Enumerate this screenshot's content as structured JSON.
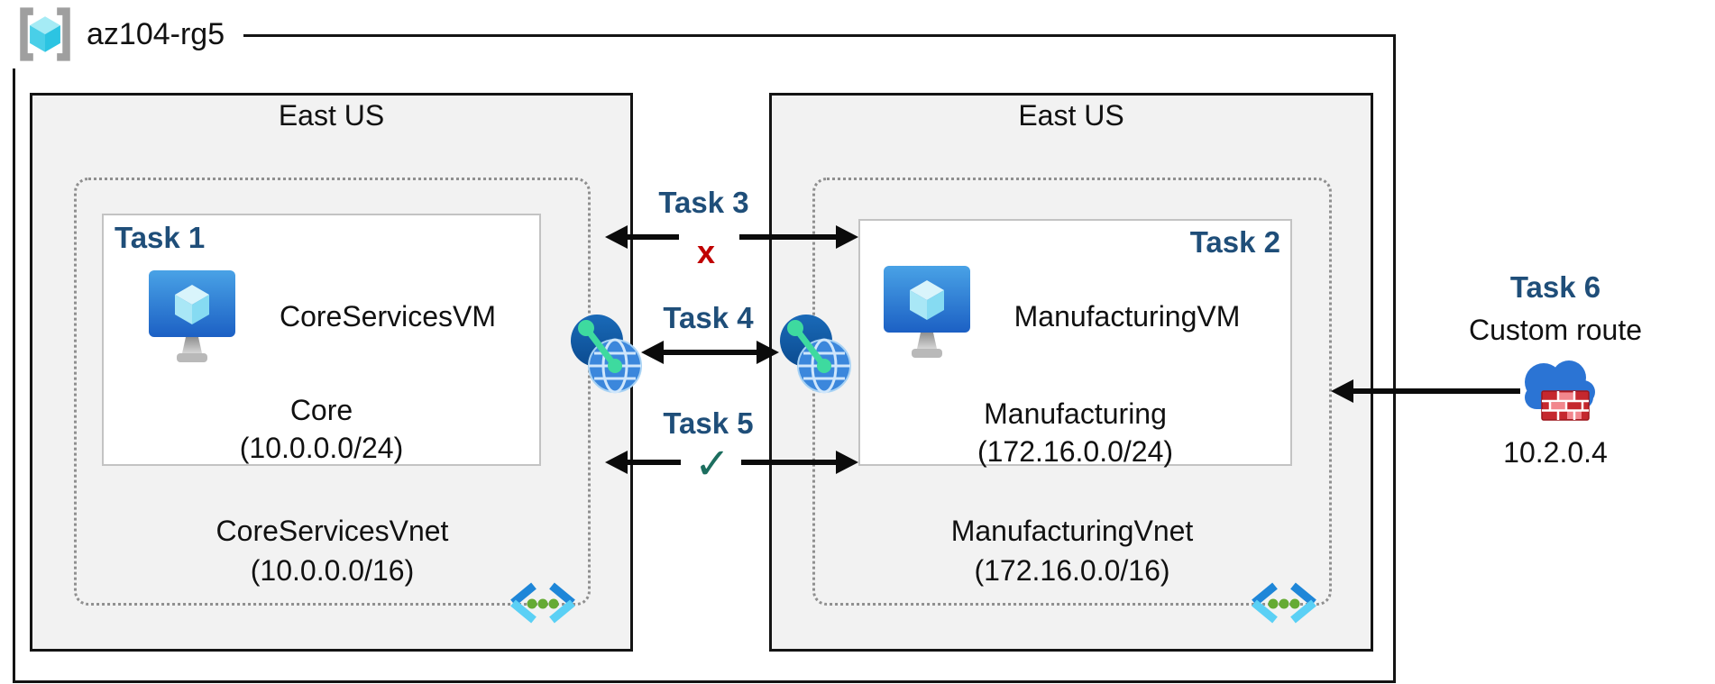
{
  "colors": {
    "task_label_navy": "#1F4E79",
    "deny_x_red": "#C00000",
    "allow_check_green": "#1C6E5F",
    "region_fill": "#f2f2f2",
    "arrow_black": "#0b0b0b"
  },
  "resource_group": {
    "label": "az104-rg5"
  },
  "left": {
    "region_label": "East US",
    "task_label": "Task 1",
    "vm_name": "CoreServicesVM",
    "subnet_name": "Core",
    "subnet_cidr": "(10.0.0.0/24)",
    "vnet_name": "CoreServicesVnet",
    "vnet_cidr": "(10.0.0.0/16)"
  },
  "right": {
    "region_label": "East US",
    "task_label": "Task 2",
    "vm_name": "ManufacturingVM",
    "subnet_name": "Manufacturing",
    "subnet_cidr": "(172.16.0.0/24)",
    "vnet_name": "ManufacturingVnet",
    "vnet_cidr": "(172.16.0.0/16)"
  },
  "middle": {
    "task3": {
      "label": "Task 3",
      "symbol": "x"
    },
    "task4": {
      "label": "Task 4"
    },
    "task5": {
      "label": "Task 5",
      "symbol": "✓"
    }
  },
  "task6": {
    "label": "Task 6",
    "subtitle": "Custom route",
    "ip": "10.2.0.4"
  },
  "icons": {
    "resource_group": "azure-resource-group (cube in brackets)",
    "virtual_machine": "azure-vm (blue monitor with cube)",
    "peering": "network-peering (globe with teal link)",
    "virtual_network": "vnet (chevrons with green dots)",
    "custom_route": "cloud with firewall bricks"
  }
}
